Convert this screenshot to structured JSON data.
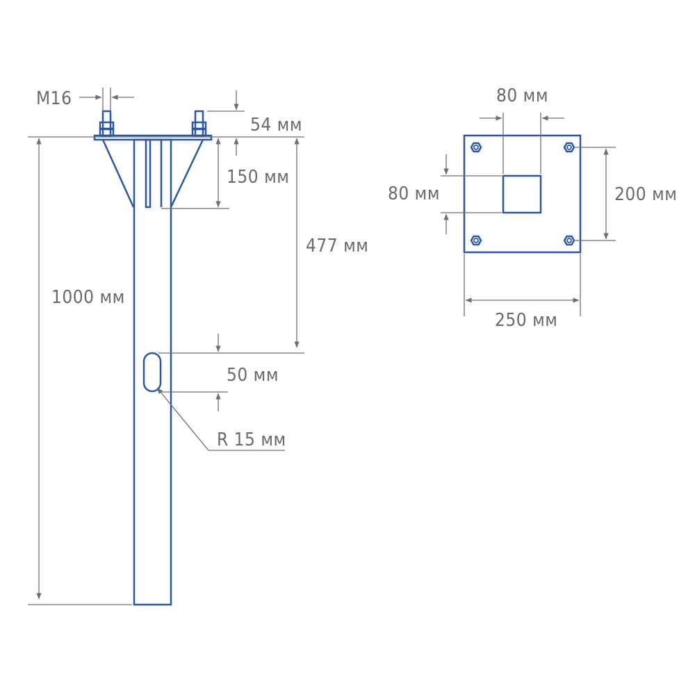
{
  "diagram": {
    "labels": {
      "bolt_thread": "M16",
      "bolt_protrusion": "54 мм",
      "gusset_height": "150 мм",
      "slot_position": "477 мм",
      "total_height": "1000 мм",
      "slot_height": "50 мм",
      "slot_radius": "R 15 мм",
      "tube_width": "80 мм",
      "tube_height": "80 мм",
      "hole_spacing": "200 мм",
      "plate_width": "250 мм"
    },
    "colors": {
      "part_stroke": "#2a56a8",
      "dimension_stroke": "#6f6f6f",
      "label_text": "#6a6a6a"
    }
  }
}
